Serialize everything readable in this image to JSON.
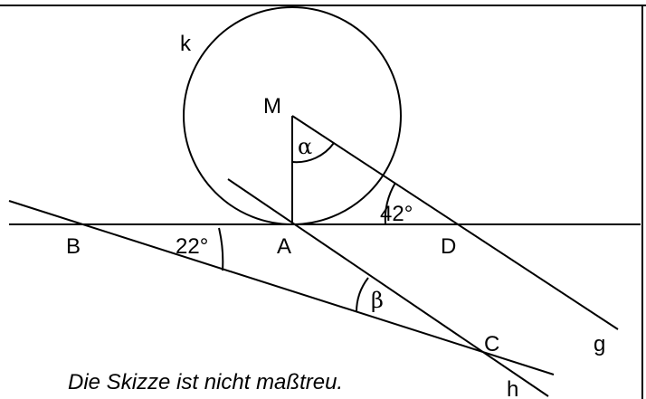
{
  "labels": {
    "circle": "k",
    "center": "M",
    "point_a": "A",
    "point_b": "B",
    "point_c": "C",
    "point_d": "D",
    "line_g": "g",
    "line_h": "h"
  },
  "angles": {
    "alpha": "α",
    "beta": "β",
    "angle_b": "22°",
    "angle_d": "42°"
  },
  "note": "Die Skizze ist nicht maßtreu."
}
